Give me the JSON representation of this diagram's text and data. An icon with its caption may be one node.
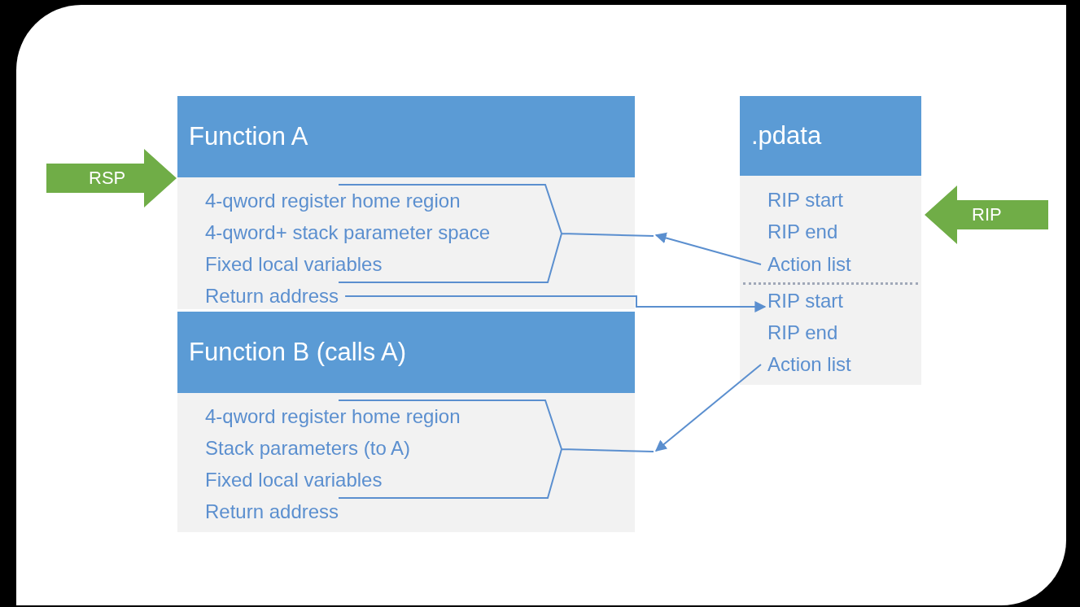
{
  "diagram": {
    "nodes": [
      {
        "text": [
          "Function A"
        ]
      },
      {
        "text": [
          "4-qword register home region"
        ],
        "in": 0
      },
      {
        "text": [
          "4-qword+ stack parameter space"
        ],
        "in": 0
      },
      {
        "text": [
          "Fixed local variables"
        ],
        "in": 0
      },
      {
        "text": [
          "Return address"
        ],
        "in": 0
      },
      {
        "text": [],
        "shape": "bracket",
        "in": 0
      },
      {
        "text": [
          "Function B (calls A)"
        ]
      },
      {
        "text": [
          "4-qword register home region"
        ],
        "in": 6
      },
      {
        "text": [
          "Stack parameters (to A)"
        ],
        "in": 6
      },
      {
        "text": [
          "Fixed local variables"
        ],
        "in": 6
      },
      {
        "text": [
          "Return address"
        ],
        "in": 6
      },
      {
        "text": [],
        "shape": "bracket",
        "in": 6
      },
      {
        "text": [
          ".pdata"
        ]
      },
      {
        "text": [
          "RIP start"
        ],
        "in": 12
      },
      {
        "text": [
          "RIP end"
        ],
        "in": 12
      },
      {
        "text": [
          "Action list"
        ],
        "in": 12
      },
      {
        "text": [
          "RIP start"
        ],
        "in": 12
      },
      {
        "text": [
          "RIP end"
        ],
        "in": 12
      },
      {
        "text": [
          "Action list"
        ],
        "in": 12
      },
      {
        "text": [
          "RSP"
        ]
      },
      {
        "text": [
          "RIP"
        ]
      }
    ],
    "edges": [
      {
        "from": 15,
        "to": 5,
        "arrow": "to"
      },
      {
        "from": 4,
        "to": 16,
        "arrow": "to"
      },
      {
        "from": 18,
        "to": 11,
        "arrow": "to"
      }
    ]
  }
}
